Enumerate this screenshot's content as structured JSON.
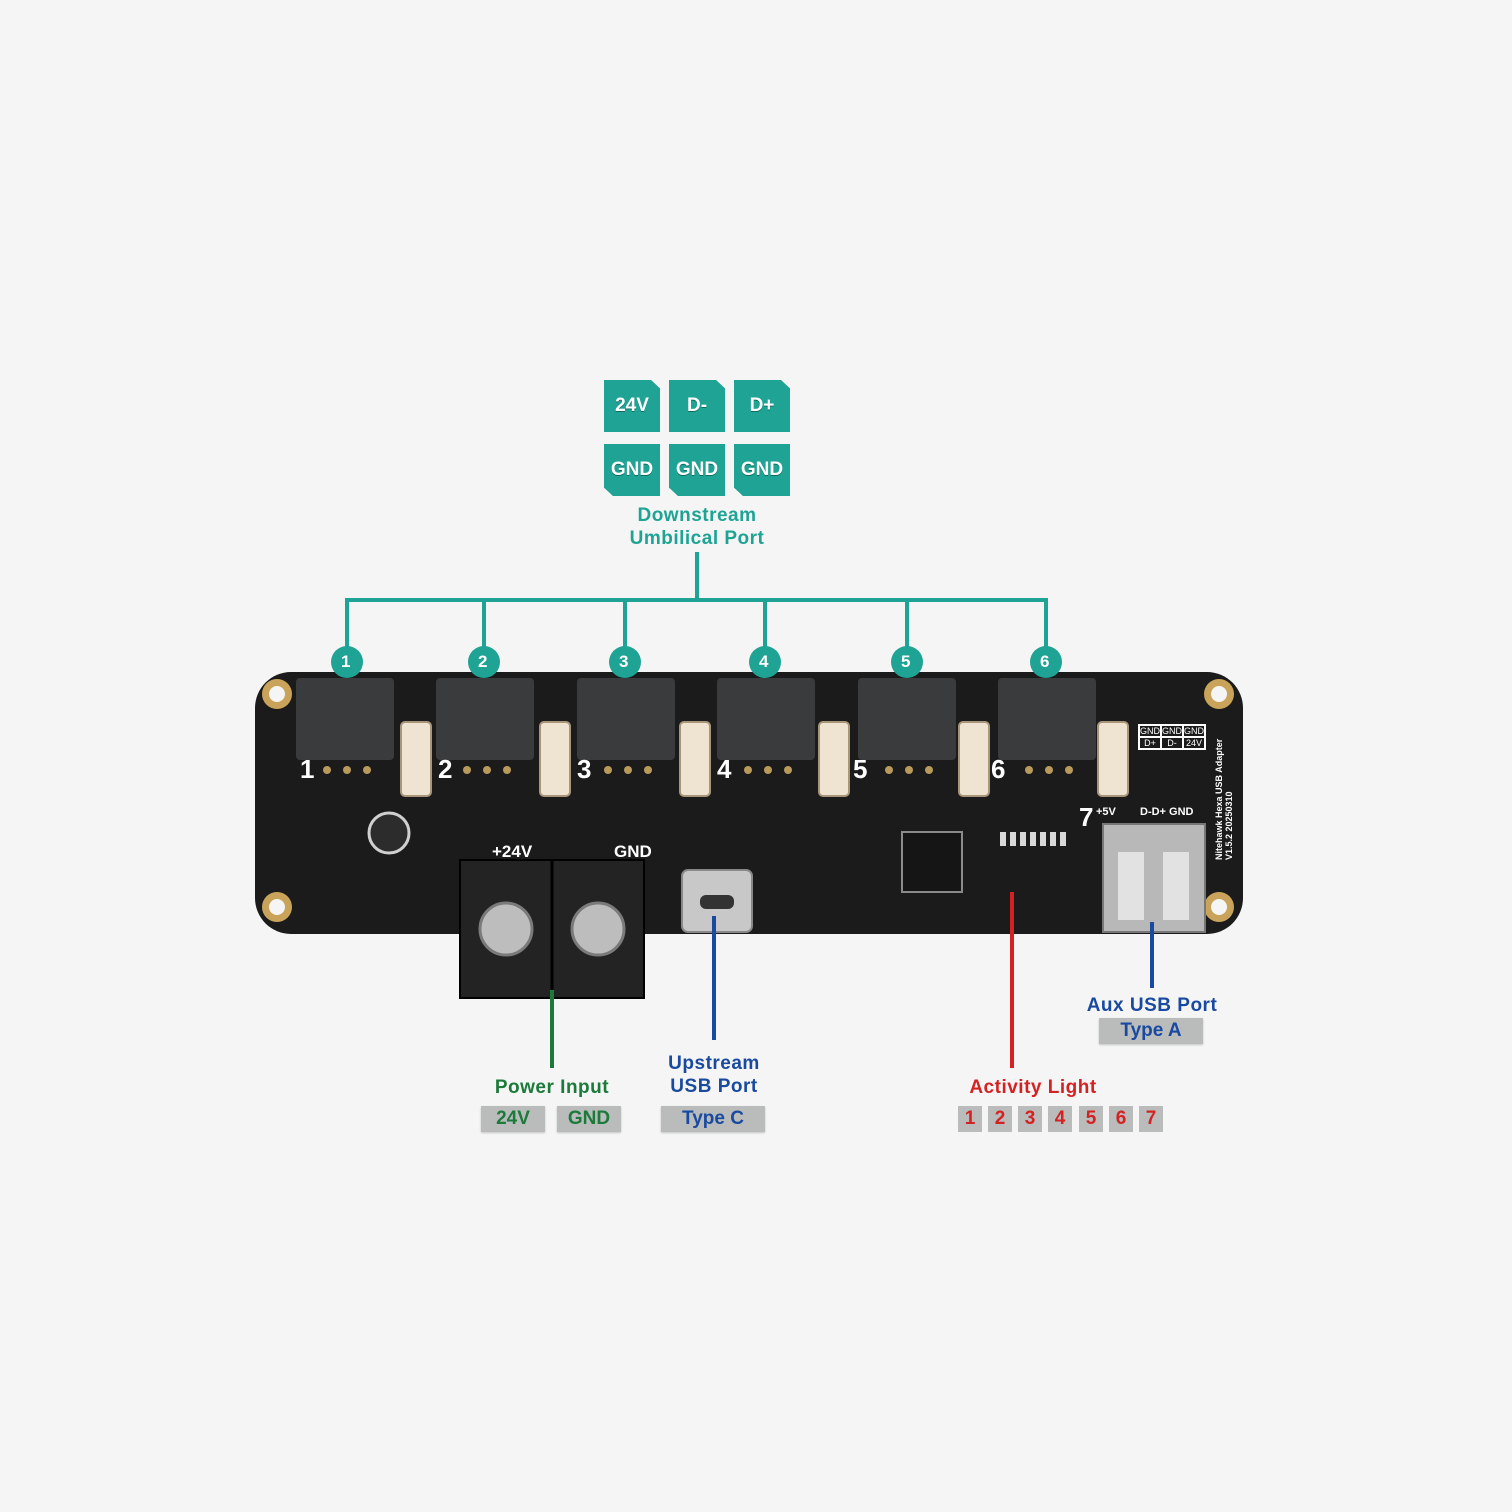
{
  "umbilical": {
    "pins_top": [
      "24V",
      "D-",
      "D+"
    ],
    "pins_bottom": [
      "GND",
      "GND",
      "GND"
    ],
    "caption_line1": "Downstream",
    "caption_line2": "Umbilical Port"
  },
  "ports": [
    "1",
    "2",
    "3",
    "4",
    "5",
    "6"
  ],
  "board": {
    "silk_ports": [
      "1",
      "2",
      "3",
      "4",
      "5",
      "6",
      "7"
    ],
    "power_pos_label": "+24V",
    "power_gnd_label": "GND",
    "aux_header": [
      "GND",
      "GND",
      "GND",
      "D+",
      "D-",
      "24V"
    ],
    "usb_pin_label": "D-D+ GND",
    "plus5v_label": "+5V",
    "side_text_line1": "Nitehawk Hexa USB Adapter",
    "side_text_line2": "V1.5.2 20250310"
  },
  "power_input": {
    "caption": "Power Input",
    "tags": [
      "24V",
      "GND"
    ]
  },
  "upstream_usb": {
    "caption_line1": "Upstream",
    "caption_line2": "USB Port",
    "tag": "Type C"
  },
  "activity_light": {
    "caption": "Activity Light",
    "numbers": [
      "1",
      "2",
      "3",
      "4",
      "5",
      "6",
      "7"
    ]
  },
  "aux_usb": {
    "caption": "Aux USB Port",
    "tag": "Type A"
  },
  "colors": {
    "teal": "#1fa394",
    "green": "#1c7a3a",
    "blue": "#1a4aa0",
    "red": "#d42222",
    "board": "#1b1b1b"
  }
}
